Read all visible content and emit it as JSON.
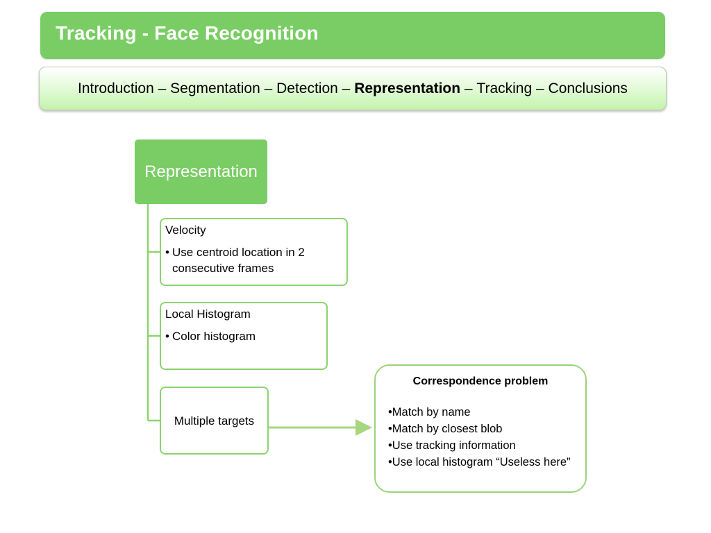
{
  "header": {
    "title": "Tracking - Face Recognition"
  },
  "nav": {
    "items": [
      {
        "label": "Introduction",
        "active": false
      },
      {
        "label": "Segmentation",
        "active": false
      },
      {
        "label": "Detection",
        "active": false
      },
      {
        "label": "Representation",
        "active": true
      },
      {
        "label": "Tracking",
        "active": false
      },
      {
        "label": "Conclusions",
        "active": false
      }
    ],
    "separator": " – "
  },
  "diagram": {
    "root": "Representation",
    "velocity": {
      "title": "Velocity",
      "bullet": "Use centroid location in 2 consecutive frames"
    },
    "histogram": {
      "title": "Local Histogram",
      "bullet": "Color histogram"
    },
    "multiple": {
      "title": "Multiple targets"
    },
    "bullet_symbol": "•"
  },
  "callout": {
    "title": "Correspondence problem",
    "items": [
      "•Match by name",
      "•Match by closest blob",
      "•Use tracking information",
      "•Use local histogram “Useless here”"
    ]
  },
  "colors": {
    "accent": "#7acd64",
    "box_border": "#8bd46f",
    "arrow": "#a6d77e"
  }
}
